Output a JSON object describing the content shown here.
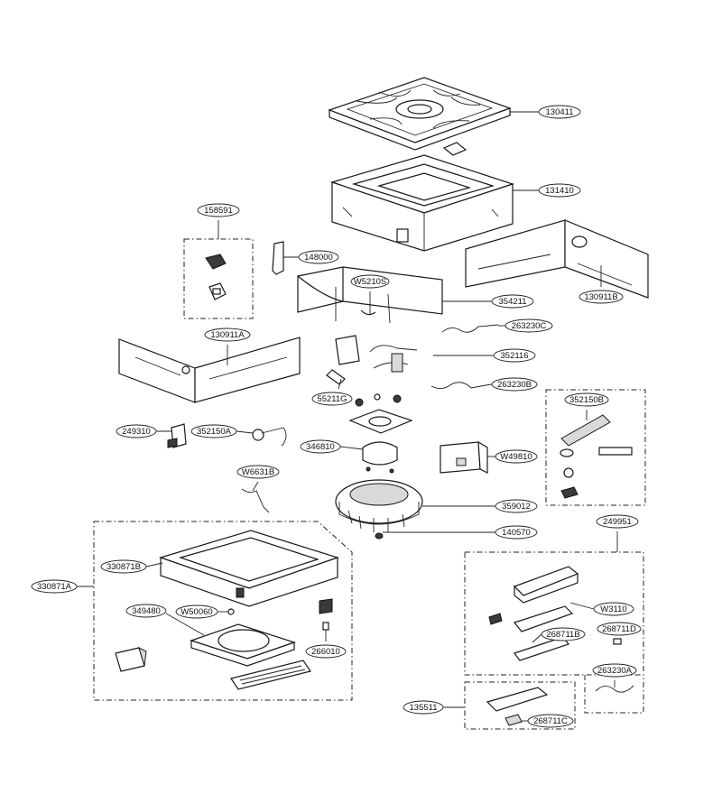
{
  "callouts": [
    {
      "id": "130411"
    },
    {
      "id": "131410"
    },
    {
      "id": "158591"
    },
    {
      "id": "148000"
    },
    {
      "id": "W5210S"
    },
    {
      "id": "354211"
    },
    {
      "id": "130911B"
    },
    {
      "id": "130911A"
    },
    {
      "id": "263230C"
    },
    {
      "id": "352116"
    },
    {
      "id": "263230B"
    },
    {
      "id": "55211G"
    },
    {
      "id": "352150B"
    },
    {
      "id": "249310"
    },
    {
      "id": "352150A"
    },
    {
      "id": "346810"
    },
    {
      "id": "W49810"
    },
    {
      "id": "W6631B"
    },
    {
      "id": "359012"
    },
    {
      "id": "140570"
    },
    {
      "id": "249951"
    },
    {
      "id": "330871B"
    },
    {
      "id": "330871A"
    },
    {
      "id": "W3110"
    },
    {
      "id": "349480"
    },
    {
      "id": "W50060"
    },
    {
      "id": "268711D"
    },
    {
      "id": "268711B"
    },
    {
      "id": "266010"
    },
    {
      "id": "263230A"
    },
    {
      "id": "135511"
    },
    {
      "id": "268711C"
    }
  ]
}
